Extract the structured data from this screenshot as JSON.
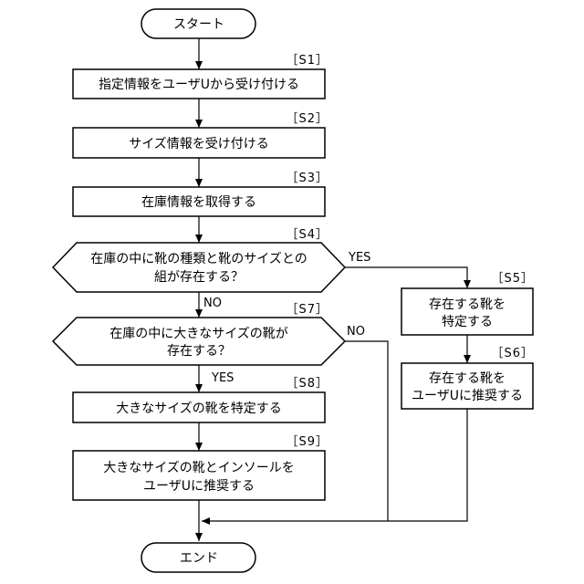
{
  "nodes": {
    "start": {
      "label": "スタート"
    },
    "s1": {
      "tag": "［S1］",
      "lines": [
        "指定情報をユーザUから受け付ける"
      ]
    },
    "s2": {
      "tag": "［S2］",
      "lines": [
        "サイズ情報を受け付ける"
      ]
    },
    "s3": {
      "tag": "［S3］",
      "lines": [
        "在庫情報を取得する"
      ]
    },
    "s4": {
      "tag": "［S4］",
      "lines": [
        "在庫の中に靴の種類と靴のサイズとの",
        "組が存在する？"
      ]
    },
    "s5": {
      "tag": "［S5］",
      "lines": [
        "存在する靴を",
        "特定する"
      ]
    },
    "s6": {
      "tag": "［S6］",
      "lines": [
        "存在する靴を",
        "ユーザUに推奨する"
      ]
    },
    "s7": {
      "tag": "［S7］",
      "lines": [
        "在庫の中に大きなサイズの靴が",
        "存在する？"
      ]
    },
    "s8": {
      "tag": "［S8］",
      "lines": [
        "大きなサイズの靴を特定する"
      ]
    },
    "s9": {
      "tag": "［S9］",
      "lines": [
        "大きなサイズの靴とインソールを",
        "ユーザUに推奨する"
      ]
    },
    "end": {
      "label": "エンド"
    }
  },
  "branches": {
    "s4_yes": "YES",
    "s4_no": "NO",
    "s7_yes": "YES",
    "s7_no": "NO"
  }
}
